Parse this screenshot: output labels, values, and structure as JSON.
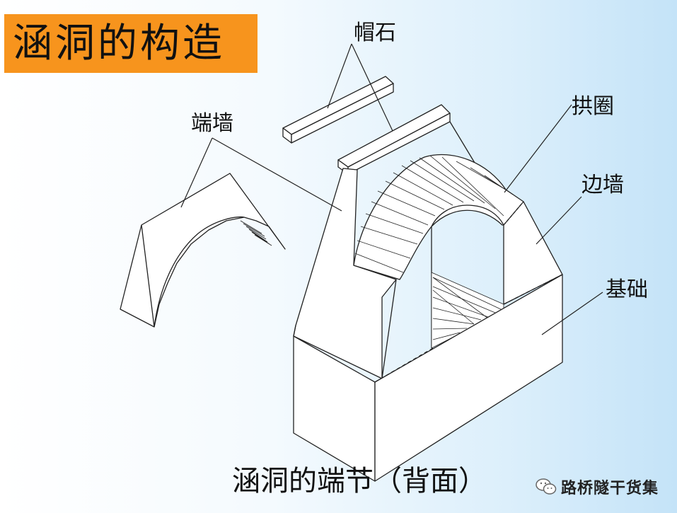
{
  "title": "涵洞的构造",
  "labels": {
    "cap_stone": "帽石",
    "end_wall": "端墙",
    "arch_ring": "拱圈",
    "side_wall": "边墙",
    "foundation": "基础"
  },
  "caption": "涵洞的端节（背面）",
  "watermark": {
    "text": "路桥隧干货集",
    "icon": "wechat-icon"
  }
}
